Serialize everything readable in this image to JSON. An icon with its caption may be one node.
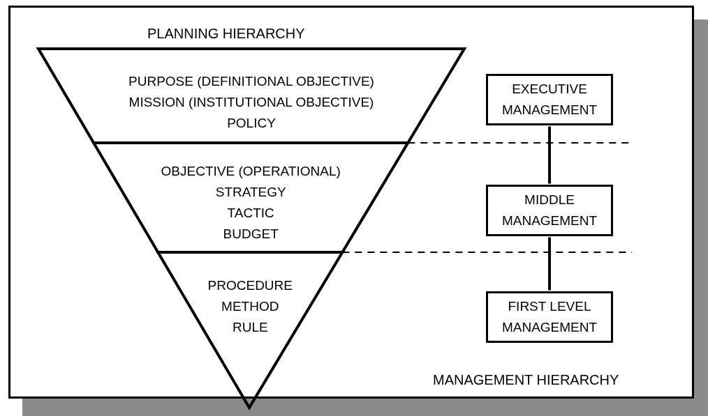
{
  "diagram": {
    "nodes": [
      {
        "text": [
          "PURPOSE (DEFINITIONAL OBJECTIVE)",
          "MISSION (INSTITUTIONAL OBJECTIVE)",
          "POLICY"
        ]
      },
      {
        "text": [
          "OBJECTIVE (OPERATIONAL)",
          "STRATEGY",
          "TACTIC",
          "BUDGET"
        ]
      },
      {
        "text": [
          "PROCEDURE",
          "METHOD",
          "RULE"
        ]
      },
      {
        "text": [
          "EXECUTIVE MANAGEMENT"
        ]
      },
      {
        "text": [
          "MIDDLE MANAGEMENT"
        ]
      },
      {
        "text": [
          "FIRST LEVEL MANAGEMENT"
        ]
      }
    ],
    "edges": [
      {
        "from": 3,
        "to": 4,
        "arrow": "none"
      },
      {
        "from": 4,
        "to": 5,
        "arrow": "none"
      }
    ],
    "labels": [
      "PLANNING HIERARCHY",
      "MANAGEMENT HIERARCHY"
    ]
  }
}
